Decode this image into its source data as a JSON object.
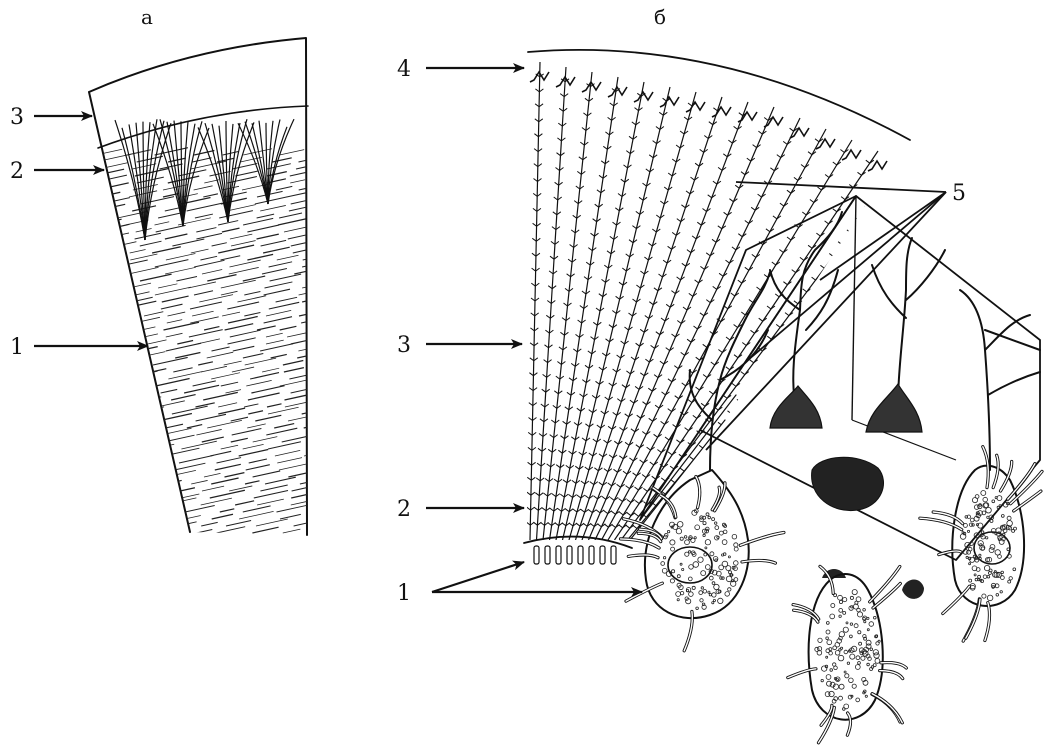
{
  "panels": [
    {
      "id": "a",
      "title": "а",
      "labels": [
        {
          "id": "a3",
          "text": "3"
        },
        {
          "id": "a2",
          "text": "2"
        },
        {
          "id": "a1",
          "text": "1"
        }
      ]
    },
    {
      "id": "b",
      "title": "б",
      "labels": [
        {
          "id": "b4",
          "text": "4"
        },
        {
          "id": "b3",
          "text": "3"
        },
        {
          "id": "b2",
          "text": "2"
        },
        {
          "id": "b1",
          "text": "1"
        },
        {
          "id": "b5",
          "text": "5"
        }
      ]
    }
  ],
  "colors": {
    "ink": "#111111",
    "paper": "#ffffff"
  }
}
